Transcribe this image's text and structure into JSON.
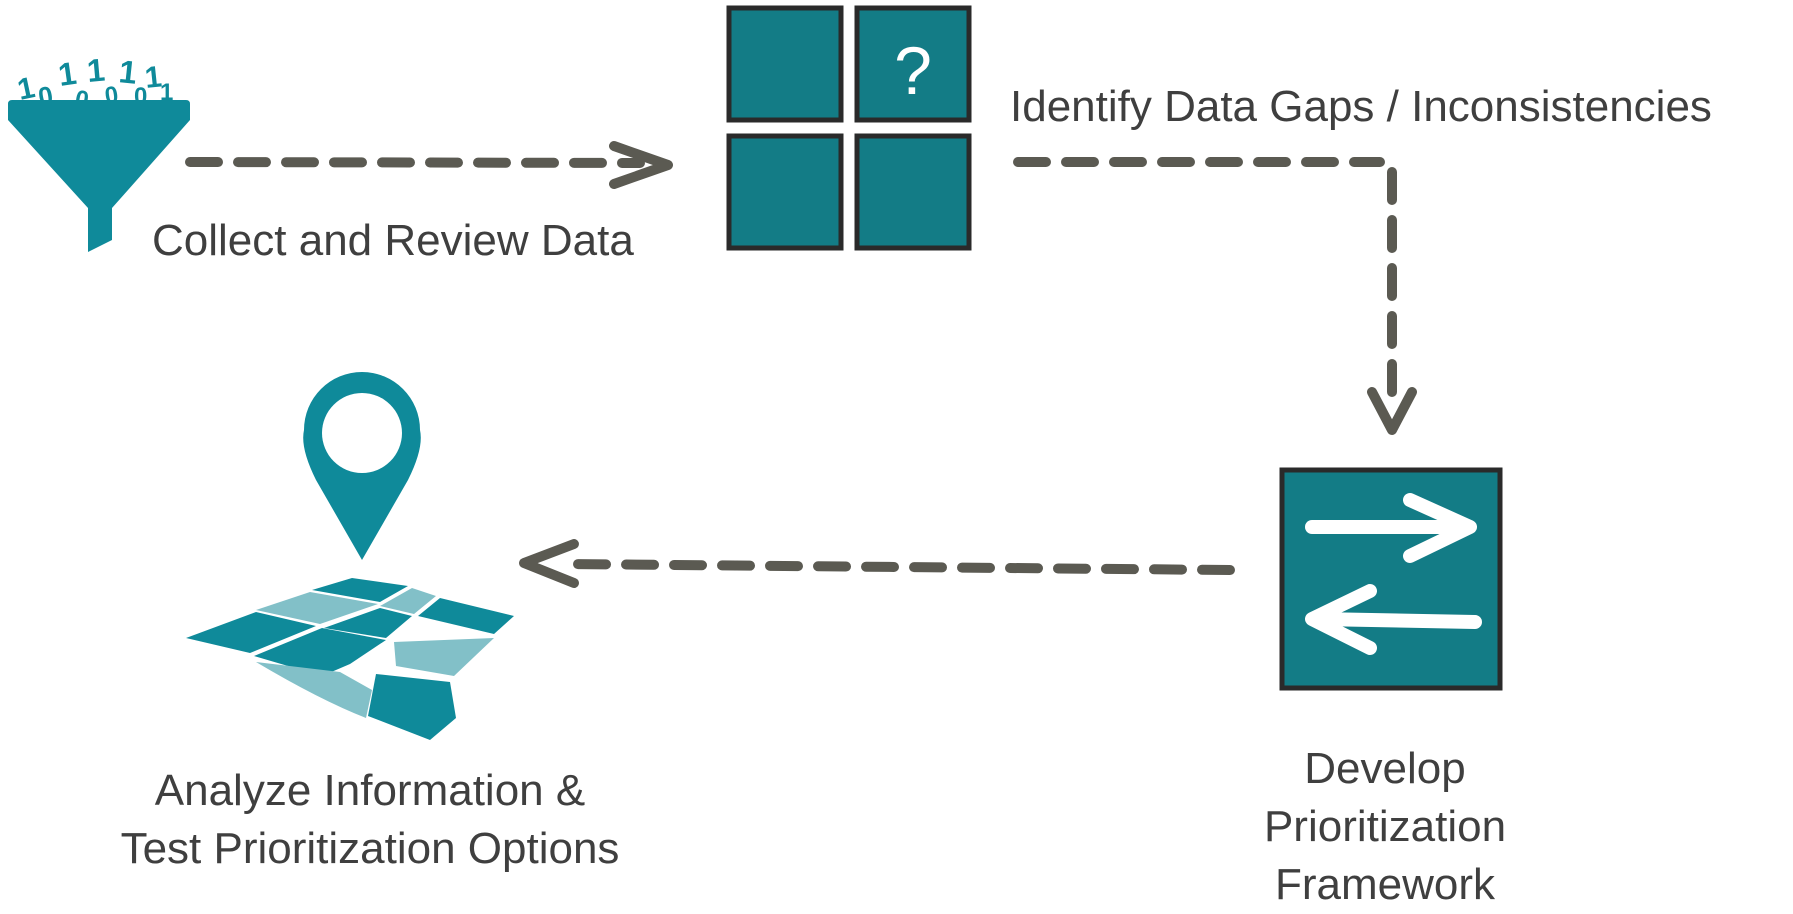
{
  "colors": {
    "teal": "#137c86",
    "teal_light": "#82c0c8",
    "teal_icon": "#0f8a9a",
    "arrow": "#5b5a52",
    "text": "#3f3f3f"
  },
  "steps": {
    "collect": {
      "label": "Collect and Review Data",
      "icon": "funnel-binary-icon",
      "binary_text": [
        "1",
        "0",
        "1",
        "0",
        "1",
        "0",
        "1",
        "0",
        "1",
        "1"
      ]
    },
    "identify": {
      "label": "Identify Data Gaps / Inconsistencies",
      "icon": "grid-question-icon",
      "question_mark": "?"
    },
    "develop": {
      "label_lines": [
        "Develop",
        "Prioritization",
        "Framework"
      ],
      "icon": "swap-arrows-icon"
    },
    "analyze": {
      "label_lines": [
        "Analyze Information &",
        "Test Prioritization Options"
      ],
      "icon": "map-pin-icon"
    }
  }
}
